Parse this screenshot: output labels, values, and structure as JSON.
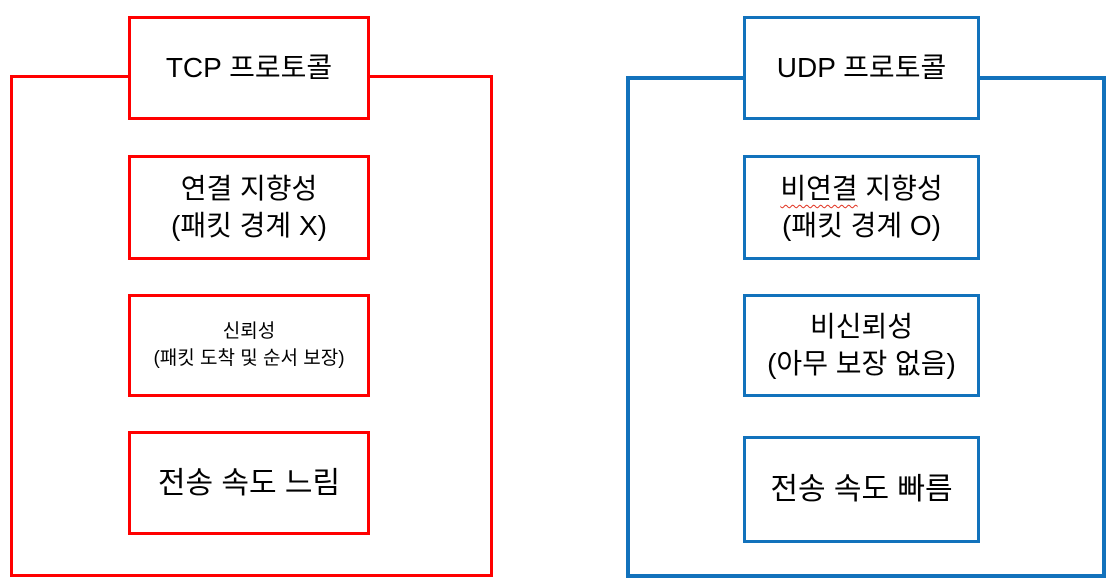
{
  "tcp": {
    "title": "TCP 프로토콜",
    "accent_color": "#FF0000",
    "boxes": [
      {
        "line1": "연결 지향성",
        "line2": "(패킷 경계 X)"
      },
      {
        "line1": "신뢰성",
        "line2": "(패킷 도착 및 순서 보장)"
      },
      {
        "line1": "전송 속도 느림"
      }
    ]
  },
  "udp": {
    "title": "UDP 프로토콜",
    "accent_color": "#1272BC",
    "spellcheck_underline_color": "#E0301E",
    "boxes": [
      {
        "line1_flagged": "비연결",
        "line1_rest": " 지향성",
        "line2": "(패킷 경계 O)"
      },
      {
        "line1": "비신뢰성",
        "line2": "(아무 보장 없음)"
      },
      {
        "line1": "전송 속도 빠름"
      }
    ]
  }
}
